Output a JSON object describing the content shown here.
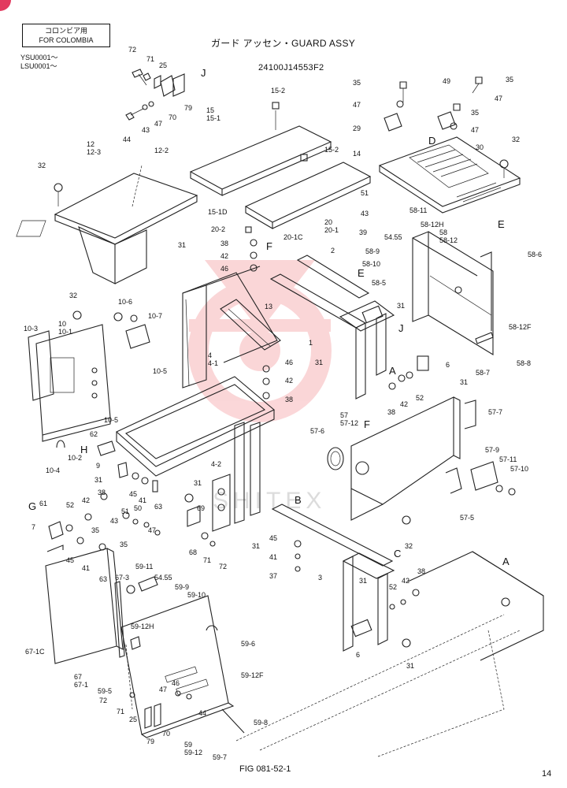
{
  "note_box": {
    "line1": "コロンビア用",
    "line2": "FOR COLOMBIA"
  },
  "serials": [
    "YSU0001～",
    "LSU0001～"
  ],
  "title": "ガード アッセン・GUARD ASSY",
  "part_number": "24100J14553F2",
  "watermark": "SHITEX",
  "figure_id": "FIG 081-52-1",
  "page_number": "14",
  "labels": [
    {
      "t": "72"
    },
    {
      "t": "71"
    },
    {
      "t": "25"
    },
    {
      "t": "J"
    },
    {
      "t": "79"
    },
    {
      "t": "70"
    },
    {
      "t": "47"
    },
    {
      "t": "43"
    },
    {
      "t": "44"
    },
    {
      "t": "15-2"
    },
    {
      "t": "15"
    },
    {
      "t": "15-1"
    },
    {
      "t": "15-2"
    },
    {
      "t": "15-1D"
    },
    {
      "t": "12"
    },
    {
      "t": "12-3"
    },
    {
      "t": "12-2"
    },
    {
      "t": "32"
    },
    {
      "t": "20"
    },
    {
      "t": "20-1"
    },
    {
      "t": "20-2"
    },
    {
      "t": "20-1C"
    },
    {
      "t": "F"
    },
    {
      "t": "38"
    },
    {
      "t": "42"
    },
    {
      "t": "46"
    },
    {
      "t": "35"
    },
    {
      "t": "49"
    },
    {
      "t": "35"
    },
    {
      "t": "47"
    },
    {
      "t": "47"
    },
    {
      "t": "35"
    },
    {
      "t": "29"
    },
    {
      "t": "47"
    },
    {
      "t": "D"
    },
    {
      "t": "30"
    },
    {
      "t": "14"
    },
    {
      "t": "32"
    },
    {
      "t": "E"
    },
    {
      "t": "51"
    },
    {
      "t": "43"
    },
    {
      "t": "58-11"
    },
    {
      "t": "58-12H"
    },
    {
      "t": "39"
    },
    {
      "t": "54.55"
    },
    {
      "t": "58"
    },
    {
      "t": "58-12"
    },
    {
      "t": "58-9"
    },
    {
      "t": "58-10"
    },
    {
      "t": "E"
    },
    {
      "t": "58-5"
    },
    {
      "t": "58-6"
    },
    {
      "t": "31"
    },
    {
      "t": "2"
    },
    {
      "t": "31"
    },
    {
      "t": "13"
    },
    {
      "t": "1"
    },
    {
      "t": "J"
    },
    {
      "t": "58-12F"
    },
    {
      "t": "58-8"
    },
    {
      "t": "58-7"
    },
    {
      "t": "32"
    },
    {
      "t": "10-6"
    },
    {
      "t": "10-7"
    },
    {
      "t": "10"
    },
    {
      "t": "10-1"
    },
    {
      "t": "10-3"
    },
    {
      "t": "10-5"
    },
    {
      "t": "10-5"
    },
    {
      "t": "10-2"
    },
    {
      "t": "10-4"
    },
    {
      "t": "4"
    },
    {
      "t": "4-1"
    },
    {
      "t": "46"
    },
    {
      "t": "42"
    },
    {
      "t": "38"
    },
    {
      "t": "31"
    },
    {
      "t": "A"
    },
    {
      "t": "6"
    },
    {
      "t": "31"
    },
    {
      "t": "38"
    },
    {
      "t": "42"
    },
    {
      "t": "52"
    },
    {
      "t": "57"
    },
    {
      "t": "57-12"
    },
    {
      "t": "F"
    },
    {
      "t": "57-6"
    },
    {
      "t": "57-7"
    },
    {
      "t": "57-9"
    },
    {
      "t": "57-11"
    },
    {
      "t": "57-10"
    },
    {
      "t": "57-5"
    },
    {
      "t": "H"
    },
    {
      "t": "62"
    },
    {
      "t": "9"
    },
    {
      "t": "31"
    },
    {
      "t": "38"
    },
    {
      "t": "45"
    },
    {
      "t": "41"
    },
    {
      "t": "63"
    },
    {
      "t": "31"
    },
    {
      "t": "4-2"
    },
    {
      "t": "G"
    },
    {
      "t": "61"
    },
    {
      "t": "7"
    },
    {
      "t": "52"
    },
    {
      "t": "42"
    },
    {
      "t": "51"
    },
    {
      "t": "43"
    },
    {
      "t": "50"
    },
    {
      "t": "47"
    },
    {
      "t": "35"
    },
    {
      "t": "35"
    },
    {
      "t": "69"
    },
    {
      "t": "68"
    },
    {
      "t": "71"
    },
    {
      "t": "72"
    },
    {
      "t": "31"
    },
    {
      "t": "45"
    },
    {
      "t": "41"
    },
    {
      "t": "63"
    },
    {
      "t": "B"
    },
    {
      "t": "45"
    },
    {
      "t": "41"
    },
    {
      "t": "37"
    },
    {
      "t": "32"
    },
    {
      "t": "3"
    },
    {
      "t": "C"
    },
    {
      "t": "38"
    },
    {
      "t": "42"
    },
    {
      "t": "52"
    },
    {
      "t": "31"
    },
    {
      "t": "A"
    },
    {
      "t": "6"
    },
    {
      "t": "31"
    },
    {
      "t": "59-11"
    },
    {
      "t": "67-3"
    },
    {
      "t": "54.55"
    },
    {
      "t": "59-9"
    },
    {
      "t": "59-10"
    },
    {
      "t": "67-1C"
    },
    {
      "t": "67"
    },
    {
      "t": "67-1"
    },
    {
      "t": "59-12H"
    },
    {
      "t": "59-6"
    },
    {
      "t": "59-12F"
    },
    {
      "t": "59-5"
    },
    {
      "t": "72"
    },
    {
      "t": "47"
    },
    {
      "t": "46"
    },
    {
      "t": "71"
    },
    {
      "t": "44"
    },
    {
      "t": "25"
    },
    {
      "t": "70"
    },
    {
      "t": "79"
    },
    {
      "t": "59-8"
    },
    {
      "t": "59"
    },
    {
      "t": "59-12"
    },
    {
      "t": "59-7"
    }
  ]
}
